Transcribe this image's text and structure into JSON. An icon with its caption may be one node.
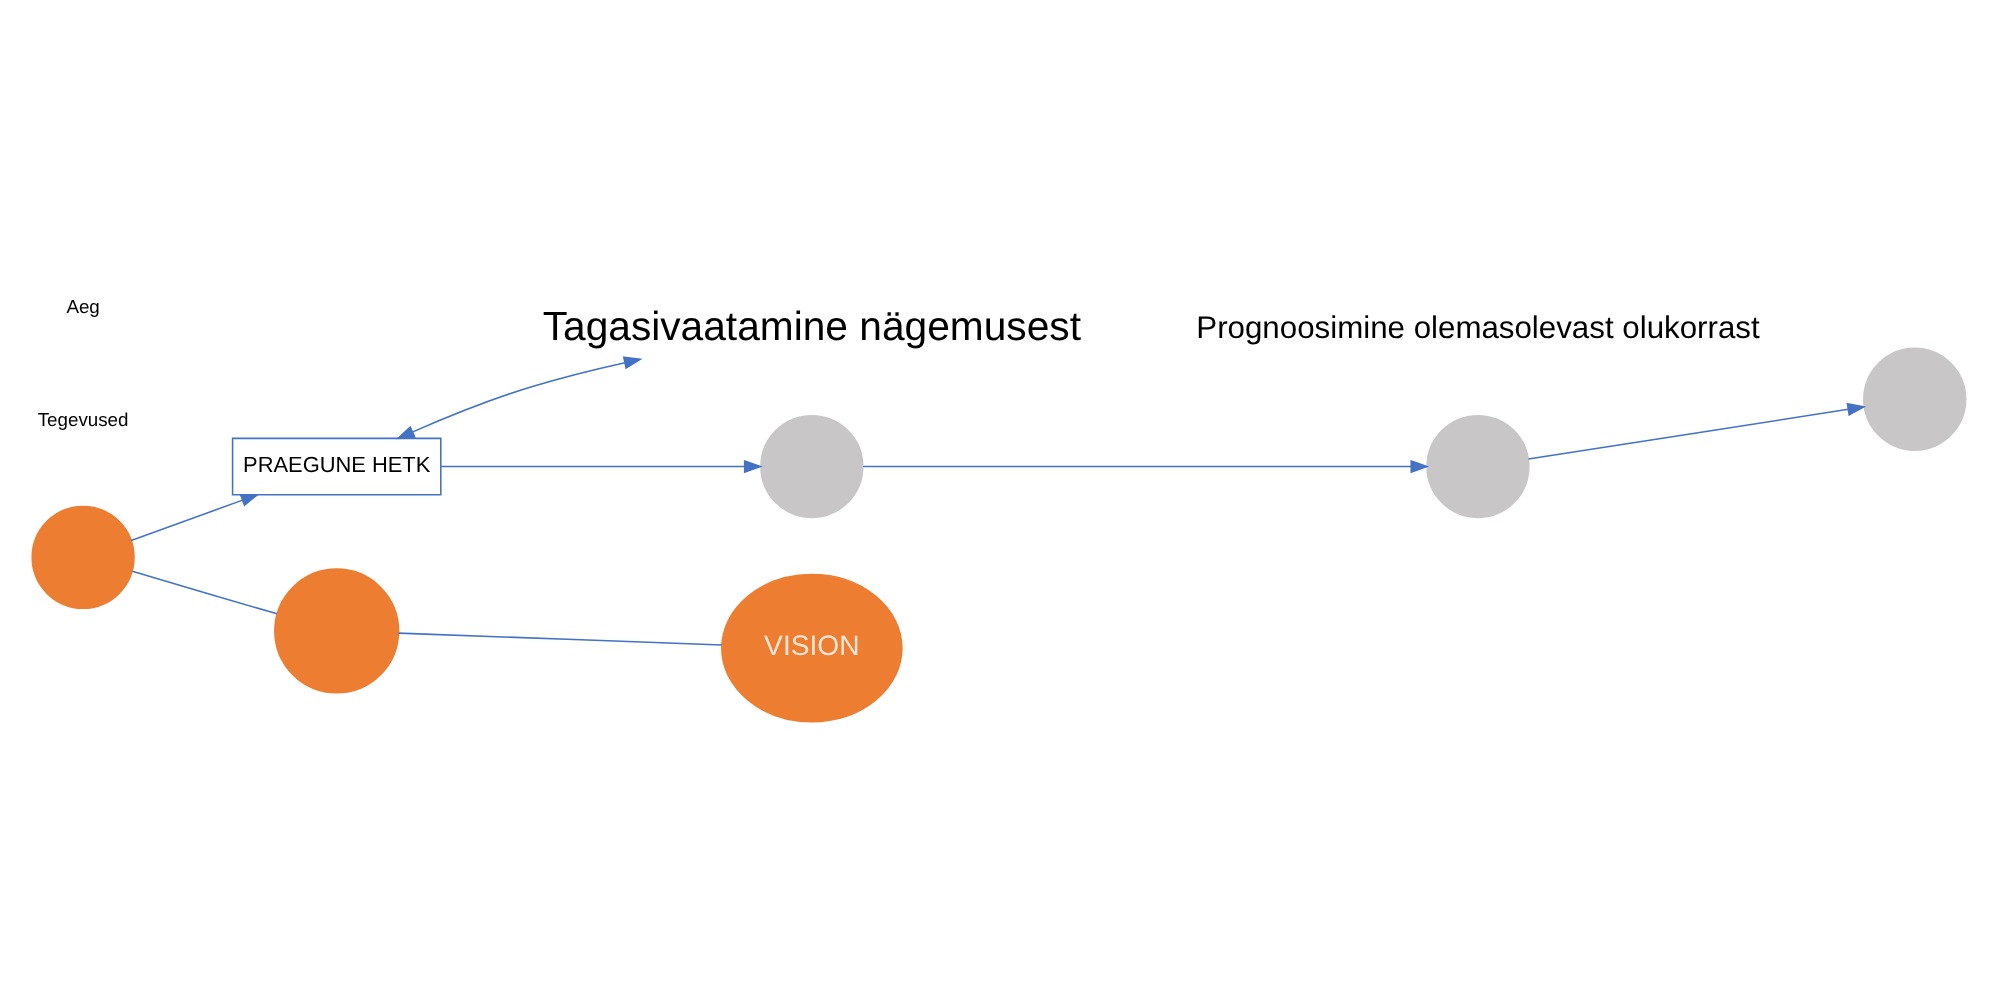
{
  "diagram": {
    "nodes": [
      {
        "text": [
          "PRAEGUNE HETK"
        ]
      },
      {
        "text": [
          "Tagasivaatamine nägemusest"
        ]
      },
      {
        "text": [],
        "shape": "circle"
      },
      {
        "text": [],
        "shape": "circle"
      },
      {
        "text": [],
        "shape": "circle"
      },
      {
        "text": [],
        "shape": "circle"
      },
      {
        "text": [],
        "shape": "circle"
      },
      {
        "text": [
          "VISION"
        ]
      }
    ],
    "edges": [
      {
        "from": 0,
        "to": 2,
        "arrow": "to"
      },
      {
        "from": 2,
        "to": 3,
        "arrow": "to"
      },
      {
        "from": 3,
        "to": 4,
        "arrow": "to"
      },
      {
        "from": 5,
        "to": 0,
        "arrow": "to"
      },
      {
        "from": 5,
        "to": 6,
        "arrow": "none"
      },
      {
        "from": 6,
        "to": 7,
        "arrow": "none"
      },
      {
        "from": 0,
        "to": 1,
        "arrow": "both"
      }
    ],
    "labels": [
      "Prognoosimine olemasolevast olukorrast",
      "Tegevused",
      "Aeg"
    ]
  }
}
